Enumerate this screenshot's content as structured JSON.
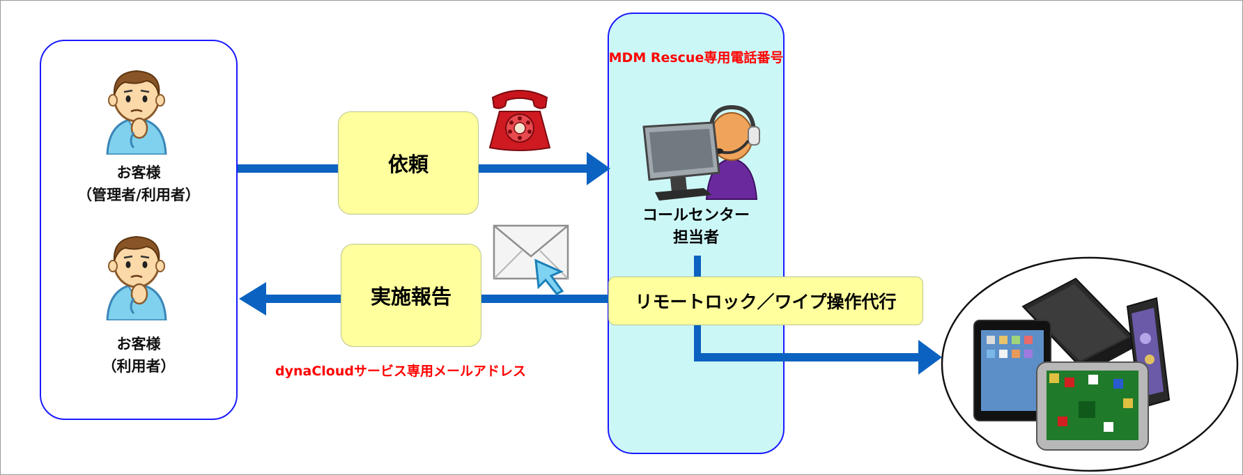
{
  "customers": {
    "top_label_1": "お客様",
    "top_label_2": "（管理者/利用者）",
    "bottom_label_1": "お客様",
    "bottom_label_2": "（利用者）"
  },
  "request": {
    "label": "依頼"
  },
  "report": {
    "label": "実施報告"
  },
  "phone_note": "MDM Rescue専用電話番号",
  "email_note": "dynaCloudサービス専用メールアドレス",
  "operator": {
    "label_1": "コールセンター",
    "label_2": "担当者"
  },
  "remote_action": "リモートロック／ワイプ操作代行",
  "icons": [
    "person-icon",
    "person-icon",
    "telephone-icon",
    "envelope-icon",
    "operator-headset-icon",
    "devices-icon"
  ],
  "colors": {
    "arrow": "#0b62c0",
    "box_border": "#1a1aff",
    "center_fill": "#ccf7f7",
    "action_fill": "#ffff9e",
    "note_red": "#ff0000"
  }
}
